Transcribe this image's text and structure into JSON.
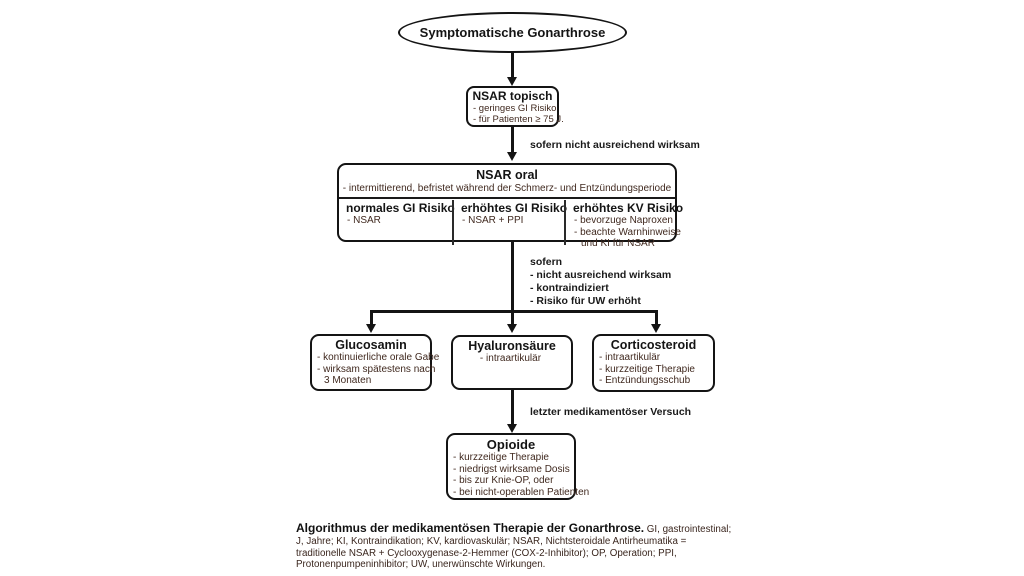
{
  "diagram": {
    "root": "Symptomatische Gonarthrose",
    "nsar_topisch": {
      "title": "NSAR topisch",
      "bullets": [
        "- geringes GI Risiko",
        "- für Patienten ≥ 75 J."
      ]
    },
    "label1": "sofern nicht ausreichend wirksam",
    "nsar_oral": {
      "title": "NSAR oral",
      "subtitle": "- intermittierend, befristet während der Schmerz- und Entzündungsperiode",
      "columns": [
        {
          "title": "normales GI Risiko",
          "bullets": [
            "- NSAR"
          ]
        },
        {
          "title": "erhöhtes GI Risiko",
          "bullets": [
            "- NSAR + PPI"
          ]
        },
        {
          "title": "erhöhtes KV Risiko",
          "bullets": [
            "- bevorzuge Naproxen",
            "- beachte Warnhinweise",
            "und KI für NSAR"
          ]
        }
      ]
    },
    "label2": {
      "intro": "sofern",
      "bullets": [
        "- nicht ausreichend wirksam",
        "- kontraindiziert",
        "- Risiko für UW erhöht"
      ]
    },
    "glucosamin": {
      "title": "Glucosamin",
      "bullets": [
        "- kontinuierliche orale Gabe",
        "- wirksam spätestens nach",
        "3 Monaten"
      ]
    },
    "hyaluron": {
      "title": "Hyaluronsäure",
      "bullets": [
        "- intraartikulär"
      ]
    },
    "cortico": {
      "title": "Corticosteroid",
      "bullets": [
        "- intraartikulär",
        "- kurzzeitige Therapie",
        "- Entzündungsschub"
      ]
    },
    "label3": "letzter medikamentöser Versuch",
    "opioide": {
      "title": "Opioide",
      "bullets": [
        "- kurzzeitige Therapie",
        "- niedrigst wirksame Dosis",
        "- bis zur Knie-OP, oder",
        "- bei nicht-operablen Patienten"
      ]
    },
    "caption": {
      "bold": "Algorithmus der medikamentösen Therapie der Gonarthrose.",
      "rest": " GI, gastrointestinal; J, Jahre; KI, Kontraindikation; KV, kardiovaskulär; NSAR, Nichtsteroidale Antirheumatika = traditionelle NSAR + Cyclooxygenase-2-Hemmer (COX-2-Inhibitor); OP, Operation; PPI, Protonenpumpeninhibitor; UW, unerwünschte Wirkungen."
    }
  },
  "colors": {
    "border": "#141414",
    "title_text": "#141414",
    "bullet_text": "#40291f",
    "background": "#ffffff"
  }
}
